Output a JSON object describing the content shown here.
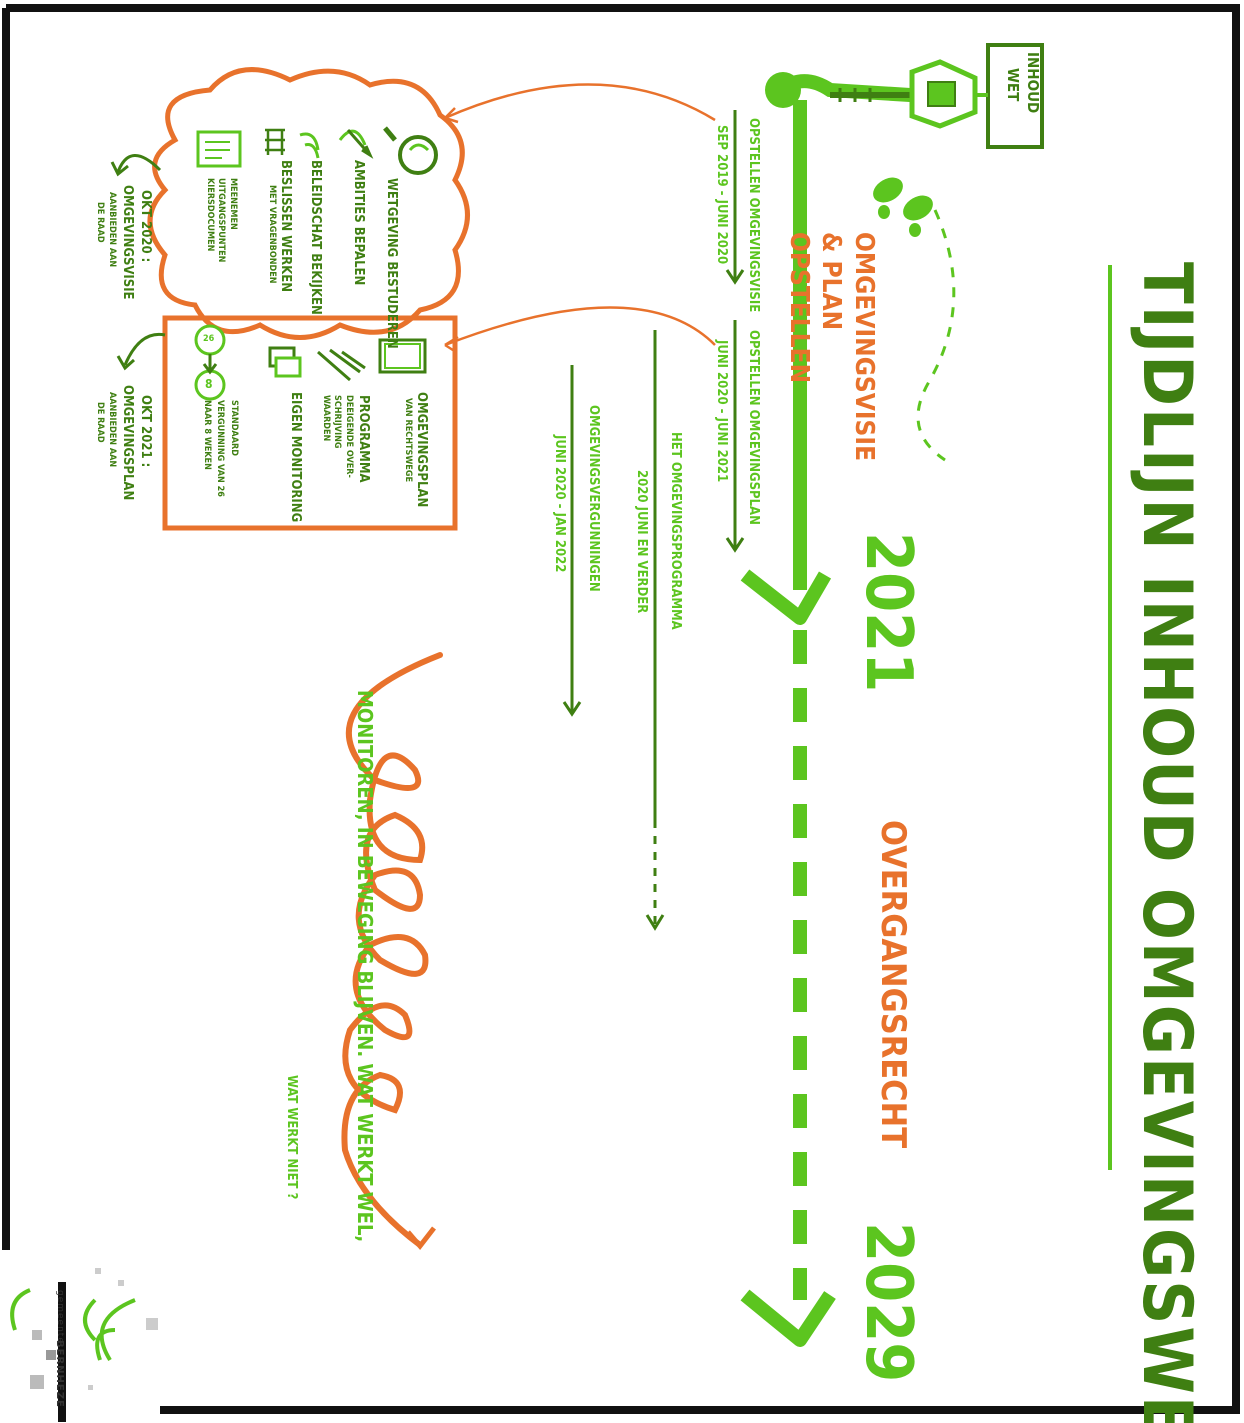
{
  "title": "TIJDLIJN INHOUD OMGEVINGSWET",
  "signpost": {
    "line1": "INHOUD",
    "line2": "WET"
  },
  "timeline": {
    "year_start": "2021",
    "year_end": "2029",
    "phase_1": "OMGEVINGSVISIE & PLAN OPSTELLEN",
    "phase_2": "OVERGANGSRECHT"
  },
  "tracks": [
    {
      "title": "OPSTELLEN OMGEVINGSVISIE",
      "period": "SEP 2019 - JUNI 2020"
    },
    {
      "title": "OPSTELLEN OMGEVINGSPLAN",
      "period": "JUNI 2020 - JUNI 2021"
    },
    {
      "title": "HET OMGEVINGSPROGRAMMA",
      "period": "2020 JUNI EN VERDER"
    },
    {
      "title": "OMGEVINGSVERGUNNINGEN",
      "period": "JUNI 2020 - JAN 2022"
    }
  ],
  "visie_box": {
    "items": [
      {
        "text": "WETGEVING BESTUDEREN",
        "sub": ""
      },
      {
        "text": "AMBITIES BEPALEN",
        "sub": ""
      },
      {
        "text": "BELEIDSCHAT BEKIJKEN",
        "sub": ""
      },
      {
        "text": "BESLISSEN WERKEN",
        "sub": "MET VRAGENBONDEN"
      },
      {
        "text": "MEENEMEN UITGANGSPUNTEN KIERSDOCUMEN",
        "sub": ""
      }
    ],
    "note_title": "OKT 2020 :",
    "note_l1": "OMGEVINGSVISIE",
    "note_l2": "AANBIEDEN AAN",
    "note_l3": "DE RAAD"
  },
  "plan_box": {
    "items": [
      {
        "text": "OMGEVINGSPLAN",
        "sub": "VAN RECHTSWEGE"
      },
      {
        "text": "PROGRAMMA",
        "sub": "DEEIGENDE OVER- SCHRIJVING WAARDEN"
      },
      {
        "text": "EIGEN MONITORING",
        "sub": ""
      },
      {
        "text": "STANDAARD VERGUNNING VAN 26 NAAR 8 WEKEN",
        "sub": ""
      }
    ],
    "badge_from": "26",
    "badge_to": "8",
    "note_title": "OKT 2021 :",
    "note_l1": "OMGEVINGSPLAN",
    "note_l2": "AANBIEDEN AAN",
    "note_l3": "DE RAAD"
  },
  "monitoring": {
    "line1": "MONITOREN, IN BEWEGING BLIJVEN. WAT WERKT WEL,",
    "line2": "WAT WERKT NIET ?"
  },
  "logo": {
    "prefix": "gemeente",
    "name": "BERNHEZE"
  },
  "colors": {
    "green": "#5cc51f",
    "dark_green": "#3f7f12",
    "orange": "#e8722c",
    "border": "#111111"
  },
  "icons": [
    "magnifier-icon",
    "footprints-icon",
    "signpost-icon",
    "lamp-icon"
  ]
}
